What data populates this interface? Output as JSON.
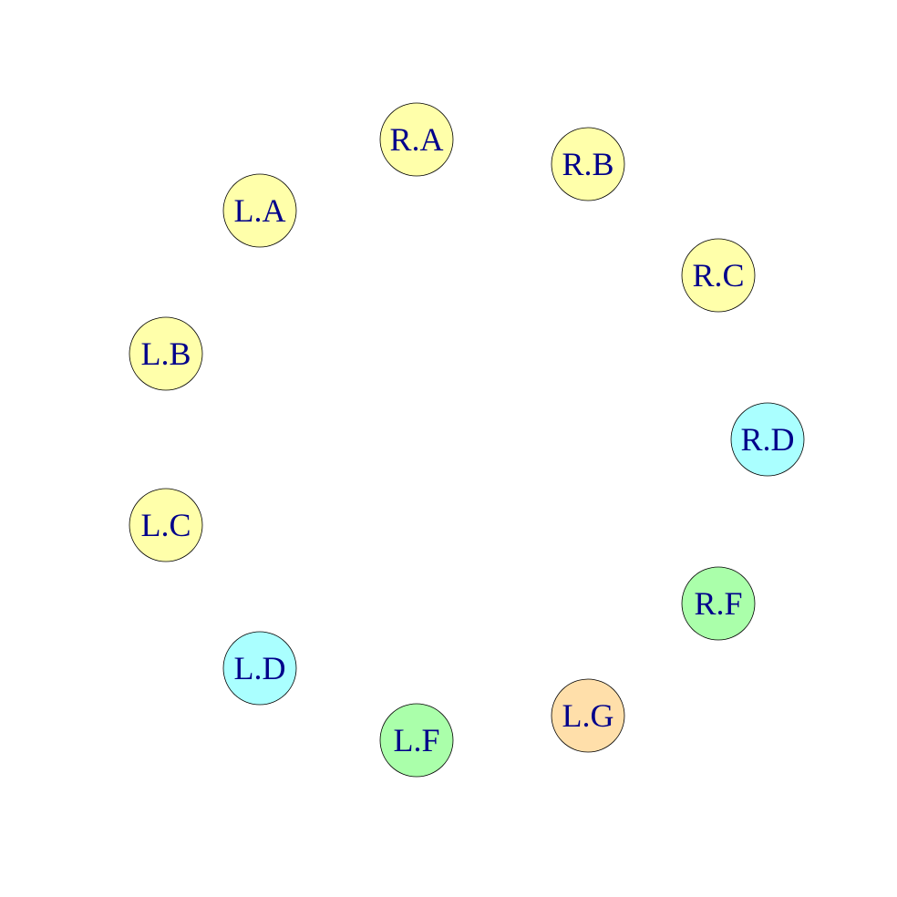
{
  "nodes": [
    {
      "label": "R.A",
      "color": "#ffffaa"
    },
    {
      "label": "R.B",
      "color": "#ffffaa"
    },
    {
      "label": "R.C",
      "color": "#ffffaa"
    },
    {
      "label": "R.D",
      "color": "#aaffff"
    },
    {
      "label": "R.F",
      "color": "#aaffaa"
    },
    {
      "label": "L.G",
      "color": "#ffdfaa"
    },
    {
      "label": "L.F",
      "color": "#aaffaa"
    },
    {
      "label": "L.D",
      "color": "#aaffff"
    },
    {
      "label": "L.C",
      "color": "#ffffaa"
    },
    {
      "label": "L.B",
      "color": "#ffffaa"
    },
    {
      "label": "L.A",
      "color": "#ffffaa"
    }
  ]
}
